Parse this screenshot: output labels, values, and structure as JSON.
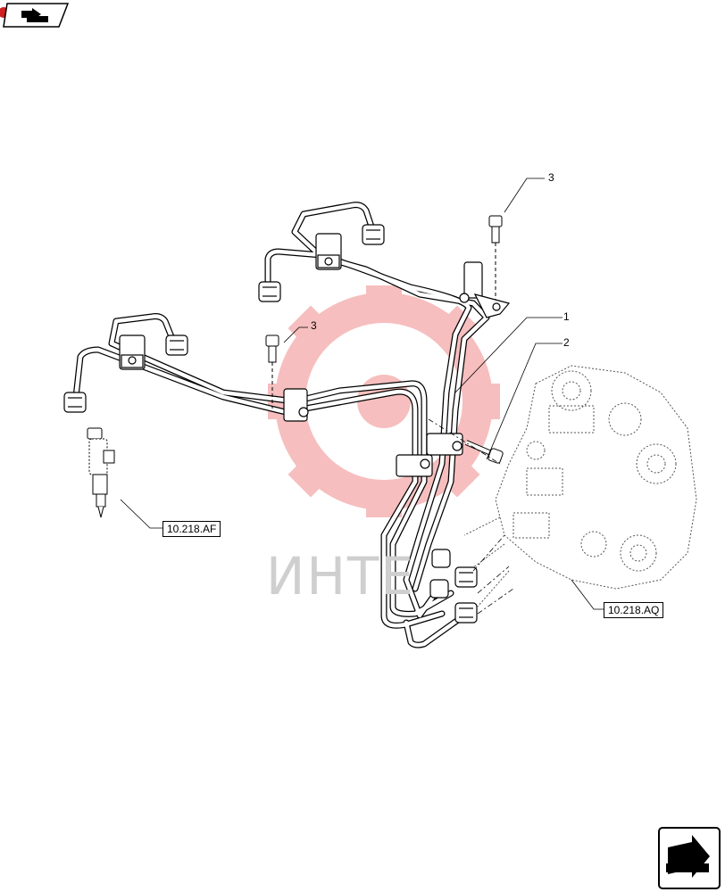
{
  "watermark": {
    "text": "ИНТЕ",
    "color": "#f08080"
  },
  "callouts": {
    "item1": "1",
    "item2": "2",
    "item3_top": "3",
    "item3_left": "3"
  },
  "references": {
    "injector_ref": "10.218.AF",
    "pump_ref": "10.218.AQ"
  },
  "icons": {
    "top_left": "back-page-icon",
    "bottom_right": "next-page-icon"
  }
}
